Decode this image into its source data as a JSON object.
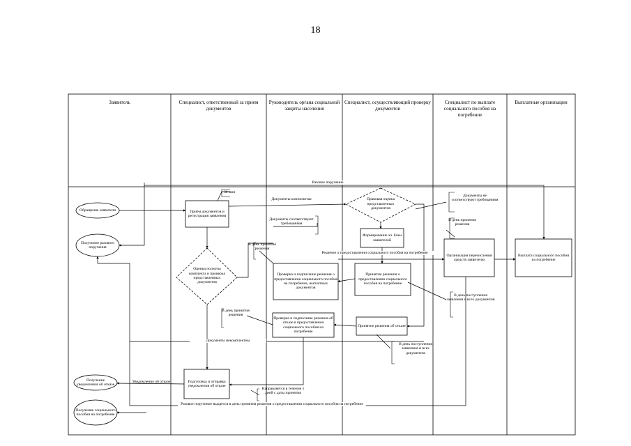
{
  "page_number": "18",
  "lanes": [
    {
      "title": "Заявитель"
    },
    {
      "title": "Специалист, ответственный за прием документов"
    },
    {
      "title": "Руководитель органа социальной защиты населения"
    },
    {
      "title": "Специалист, осуществляющий проверку документов"
    },
    {
      "title": "Специалист по выплате социального пособия на погребение"
    },
    {
      "title": "Выплатные организации"
    }
  ],
  "nodes": {
    "appeal": "Обращение заявителя",
    "receive_order": "Получение разового поручения",
    "receive_refusal": "Получение уведомления об отказе",
    "receive_payment": "Получение социального пособия на погребение",
    "accept_docs": "Приём документов и регистрация заявления",
    "assess_completeness": "Оценка полноты комплекта и проверка представленных документов",
    "prepare_refusal_notice": "Подготовка и отправка уведомления об отказе",
    "sign_grant": "Проверка и подписание решения о предоставлении социального пособия на погребение, выплатных документов",
    "sign_refusal": "Проверка и подписание решения об отказе в предоставлении социального пособия на погребение",
    "legal_check": "Правовая оценка представленных документов",
    "form_db": "Формирование эл. базы заявителей",
    "decide_grant": "Принятие решения о предоставлении социального пособия на погребение",
    "decide_refusal": "Принятие решения об отказе",
    "organize_transfer": "Организация перечисления средств заявителю",
    "payout": "Выплата социального пособия на погребение"
  },
  "labels": {
    "one_time_order": "Разовое поручение",
    "min30": "30 мин",
    "docs_complete": "Документы комплектны",
    "docs_match": "Документы соответствуют требованиям",
    "docs_not_match": "Документы не соответствуют требованиям",
    "on_decision_day_1": "В день принятия решения",
    "on_decision_day_2": "В день принятия решения",
    "on_decision_day_3": "В день принятия решения",
    "decision_grant_line": "Решение о предоставлении социального пособия на погребение",
    "on_receipt_1": "В день поступления заявления и всех документов",
    "on_receipt_2": "В день поступления заявления и всех документов",
    "docs_incomplete": "Документы некомплектны",
    "refusal_notice": "Уведомление об отказе",
    "sent_within_5": "Направляется в течение 5 дней с даты принятия",
    "order_issued": "Разовое поручение выдается в день принятия решения о предоставлении социального пособия на погребение"
  }
}
